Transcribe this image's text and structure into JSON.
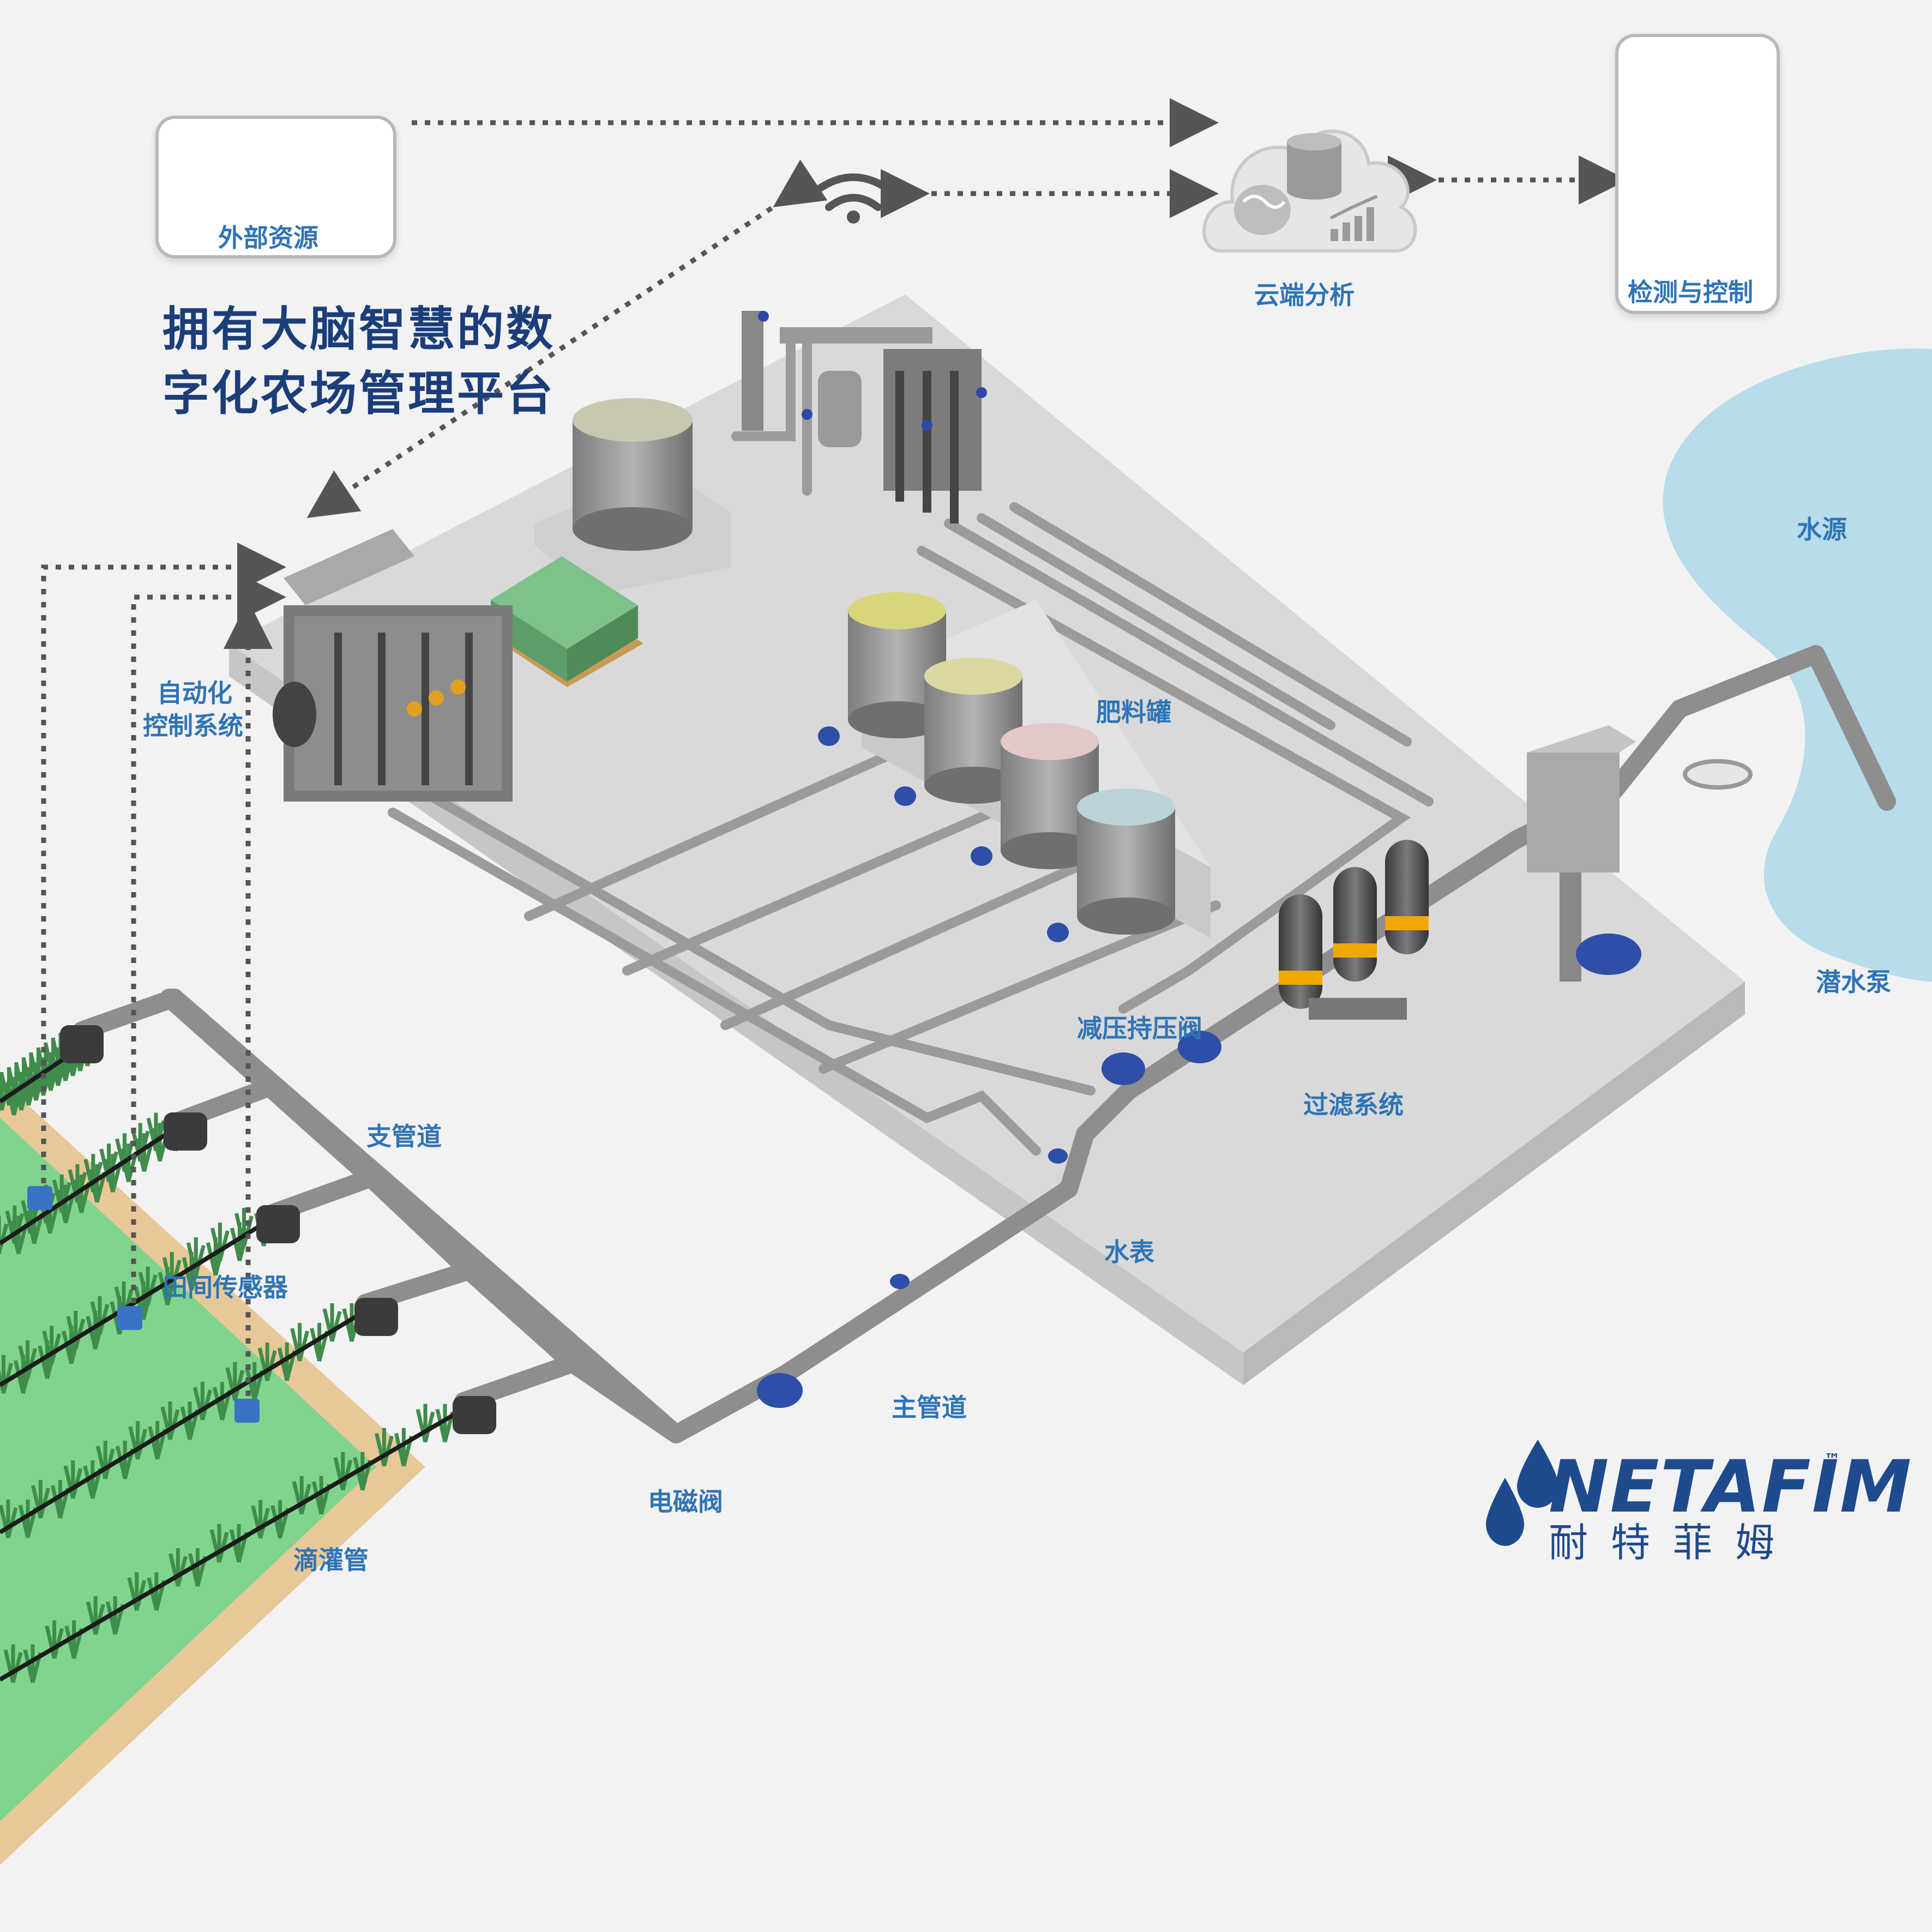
{
  "title_lines": [
    "拥有大脑智慧的数",
    "字化农场管理平台"
  ],
  "cards": {
    "external": "外部资源",
    "monitor": "检测与控制"
  },
  "labels": {
    "cloud": "云端分析",
    "water_source": "水源",
    "submersible_pump": "潜水泵",
    "automation_1": "自动化",
    "automation_2": "控制系统",
    "fertilizer_tanks": "肥料罐",
    "pressure_valve": "减压持压阀",
    "filtration": "过滤系统",
    "branch_pipe": "支管道",
    "water_meter": "水表",
    "field_sensor": "田间传感器",
    "main_pipe": "主管道",
    "solenoid_valve": "电磁阀",
    "drip_pipe": "滴灌管"
  },
  "logo": {
    "word": "NETAFIM",
    "tm": "™",
    "chinese": "耐特菲姆"
  },
  "colors": {
    "label_blue": "#2f74b5",
    "headline_blue": "#1b3e7a",
    "logo_blue": "#1f4a8d",
    "water": "#b7dcea",
    "platform": "#d9d9d9",
    "pipe": "#9b9b9b",
    "valve_blue": "#2e4fa8",
    "crop_green": "#7ccf8a",
    "soil": "#e8c898"
  },
  "icons": [
    "weather-icon",
    "drone-icon",
    "wifi-icon",
    "cloud-icon",
    "database-icon",
    "brain-icon",
    "chart-icon",
    "smartphone-icon",
    "laptop-icon",
    "water-drop-icon"
  ]
}
